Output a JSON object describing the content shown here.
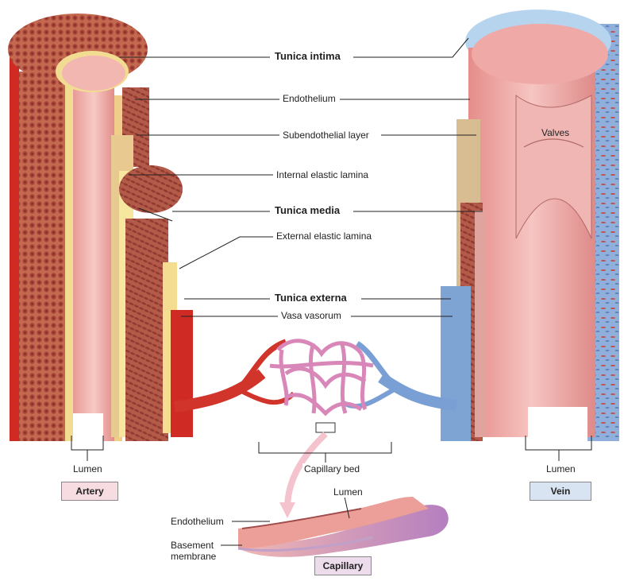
{
  "labels": {
    "tunica_intima": "Tunica intima",
    "endothelium": "Endothelium",
    "subendothelial": "Subendothelial layer",
    "internal_elastic": "Internal elastic lamina",
    "tunica_media": "Tunica media",
    "external_elastic": "External elastic lamina",
    "tunica_externa": "Tunica externa",
    "vasa_vasorum": "Vasa vasorum",
    "valves": "Valves",
    "capillary_bed": "Capillary bed",
    "lumen_artery": "Lumen",
    "lumen_vein": "Lumen",
    "lumen_capillary": "Lumen",
    "cap_endothelium": "Endothelium",
    "basement_membrane_line1": "Basement",
    "basement_membrane_line2": "membrane"
  },
  "vessels": {
    "artery": "Artery",
    "vein": "Vein",
    "capillary": "Capillary"
  },
  "colors": {
    "artery_red": "#c8321e",
    "muscle": "#b0473a",
    "intima_pink": "#efb0ae",
    "vein_blue": "#6f98cc",
    "yellow_lamina": "#f1d98c",
    "tan_layer": "#dcc29a"
  }
}
